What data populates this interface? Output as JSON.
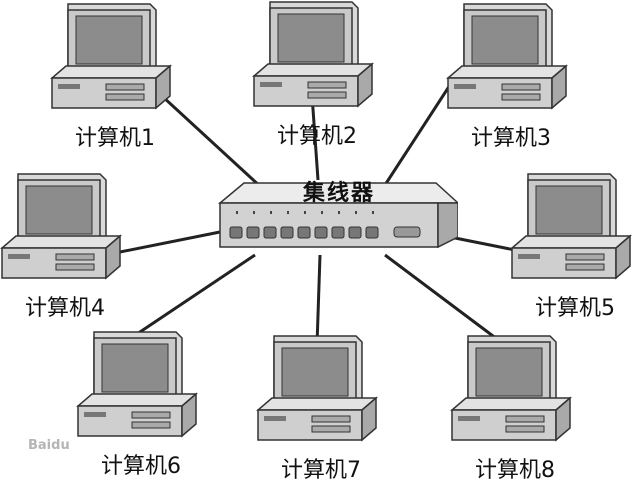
{
  "hub": {
    "label": "集线器"
  },
  "computers": [
    {
      "label": "计算机1"
    },
    {
      "label": "计算机2"
    },
    {
      "label": "计算机3"
    },
    {
      "label": "计算机4"
    },
    {
      "label": "计算机5"
    },
    {
      "label": "计算机6"
    },
    {
      "label": "计算机7"
    },
    {
      "label": "计算机8"
    }
  ],
  "watermark": {
    "text": "Baidu"
  },
  "colors": {
    "line": "#222222",
    "monitor_body": "#d9d9d9",
    "screen": "#8c8c8c",
    "hub_top": "#e8e8e8",
    "hub_front": "#cfcfcf"
  }
}
